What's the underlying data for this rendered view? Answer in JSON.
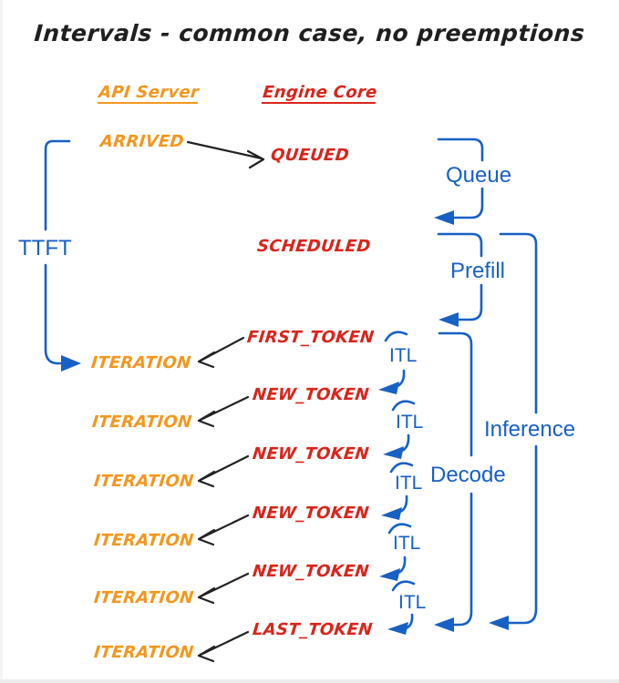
{
  "title": "Intervals - common case, no preemptions",
  "columns": {
    "api_server": "API Server",
    "engine_core": "Engine Core"
  },
  "api_events": {
    "arrived": "ARRIVED",
    "iteration": "ITERATION"
  },
  "engine_events": {
    "queued": "QUEUED",
    "scheduled": "SCHEDULED",
    "first_token": "FIRST_TOKEN",
    "new_token": "NEW_TOKEN",
    "last_token": "LAST_TOKEN"
  },
  "intervals": {
    "ttft": "TTFT",
    "queue": "Queue",
    "prefill": "Prefill",
    "decode": "Decode",
    "inference": "Inference",
    "itl": "ITL"
  },
  "colors": {
    "orange": "#F2971E",
    "red": "#D8251C",
    "blue": "#1760C4",
    "black": "#222222"
  }
}
